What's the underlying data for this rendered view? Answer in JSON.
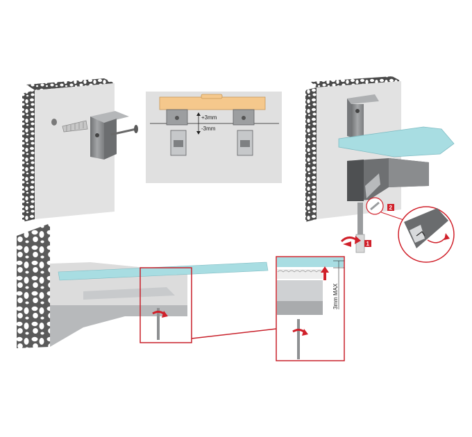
{
  "labels": {
    "plus_3mm": "+3mm",
    "minus_3mm": "-3mm",
    "max_3mm": "3mm MAX",
    "step_1": "1",
    "step_2": "2"
  },
  "colors": {
    "wall_panel": "#e2e2e2",
    "frame_panel": "#e0e0e0",
    "bracket": "#8a8c8e",
    "bracket_dark": "#5e6062",
    "glass": "#a8dde2",
    "level_wood": "#f5c88c",
    "accent_red": "#d0202a"
  },
  "icons": {
    "rotate": "rotate-arrow-icon",
    "up": "up-arrow-icon"
  }
}
